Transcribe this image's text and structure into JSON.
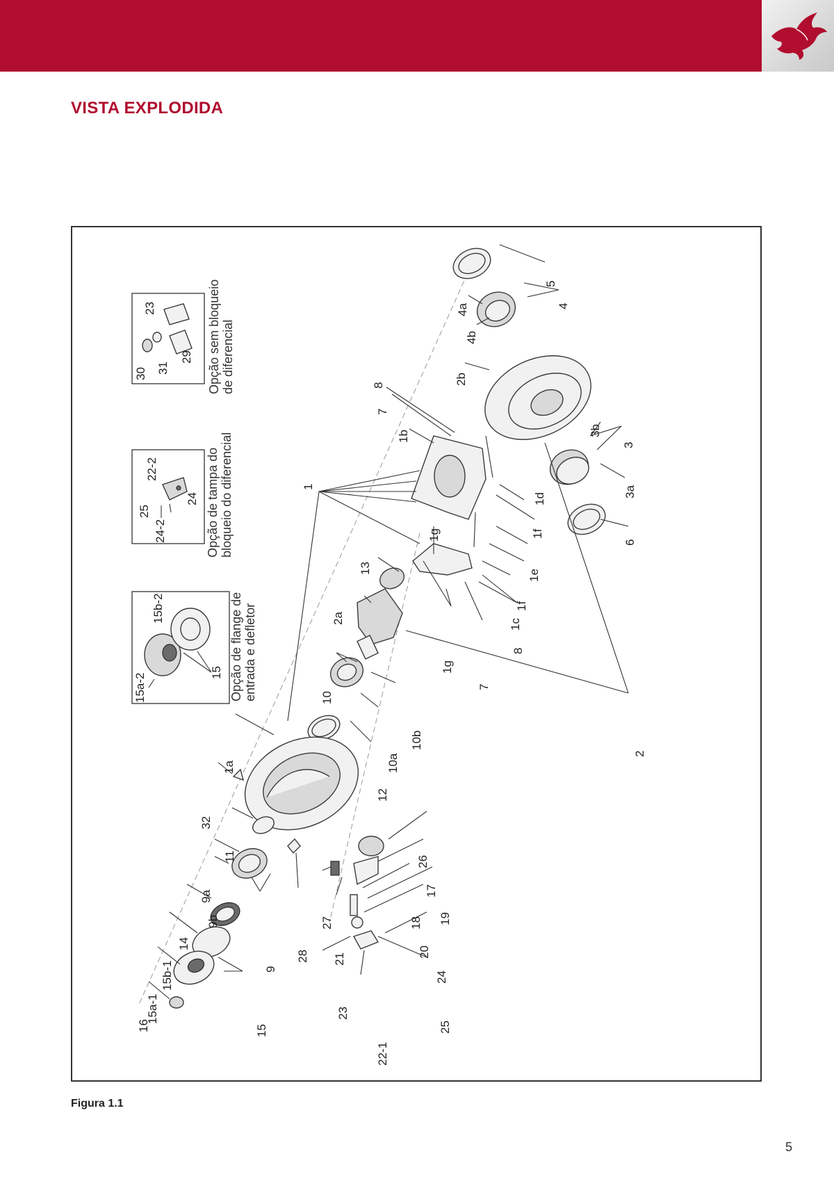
{
  "header": {
    "brand_color": "#b10d2f",
    "logo_icon": "winged-horse-logo-icon"
  },
  "page": {
    "title": "VISTA EXPLODIDA",
    "page_number": "5"
  },
  "figure": {
    "caption": "Figura 1.1",
    "inset_captions": {
      "flange": [
        "Opção de flange de",
        "entrada e defletor"
      ],
      "diff_cover": [
        "Opção de tampa do",
        "bloqueio do diferencial"
      ],
      "no_lock": [
        "Opção sem bloqueio",
        "de diferencial"
      ]
    },
    "labels": {
      "l5": "5",
      "l4": "4",
      "l4a": "4a",
      "l4b": "4b",
      "l2b": "2b",
      "l3": "3",
      "l3a": "3a",
      "l3b": "3b",
      "l6": "6",
      "l8_top": "8",
      "l7_top": "7",
      "l1b": "1b",
      "l1": "1",
      "l1d": "1d",
      "l1f_a": "1f",
      "l1g_a": "1g",
      "l1e": "1e",
      "l1f_b": "1f",
      "l1c": "1c",
      "l8_bot": "8",
      "l7_bot": "7",
      "l1g_b": "1g",
      "l13": "13",
      "l2a": "2a",
      "l2": "2",
      "l10": "10",
      "l10a": "10a",
      "l10b": "10b",
      "l12": "12",
      "l1a": "1a",
      "l32": "32",
      "l11": "11",
      "l9a": "9a",
      "l9b": "9b",
      "l9": "9",
      "l14": "14",
      "l15b1": "15b-1",
      "l15a1": "15a-1",
      "l15": "15",
      "l16": "16",
      "l26": "26",
      "l17": "17",
      "l18": "18",
      "l19": "19",
      "l20": "20",
      "l21": "21",
      "l27": "27",
      "l28": "28",
      "l23": "23",
      "l24": "24",
      "l25": "25",
      "l22_1": "22-1",
      "i15a2": "15a-2",
      "i15b2": "15b-2",
      "i15": "15",
      "i25": "25",
      "i24_2": "24-2",
      "i22_2": "22-2",
      "i24": "24",
      "i30": "30",
      "i31": "31",
      "i23": "23",
      "i29": "29"
    }
  }
}
